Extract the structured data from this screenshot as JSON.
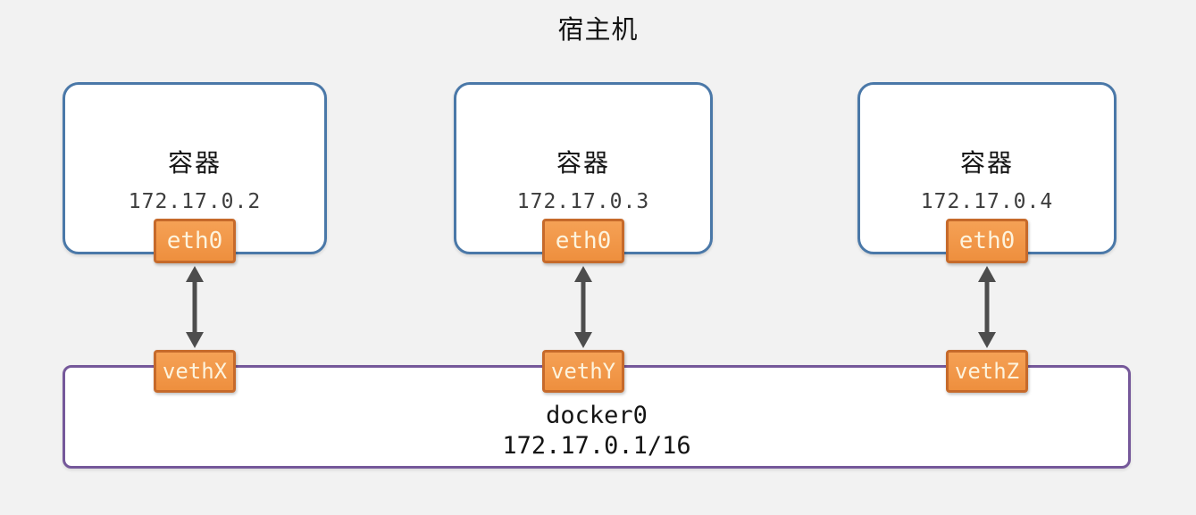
{
  "title": "宿主机",
  "colors": {
    "bg": "#F2F2F2",
    "container-border": "#4A78A8",
    "chip-fill-top": "#F5A155",
    "chip-fill-bottom": "#EE8F3E",
    "chip-border": "#C66A2B",
    "chip-text": "#FDF3DD",
    "bridge-border": "#75589A",
    "arrow": "#4D4D4D",
    "ip-text": "#3D3D3D",
    "text": "#141414"
  },
  "containers": [
    {
      "label": "容器",
      "ip": "172.17.0.2",
      "interface": "eth0",
      "veth": "vethX"
    },
    {
      "label": "容器",
      "ip": "172.17.0.3",
      "interface": "eth0",
      "veth": "vethY"
    },
    {
      "label": "容器",
      "ip": "172.17.0.4",
      "interface": "eth0",
      "veth": "vethZ"
    }
  ],
  "bridge": {
    "name": "docker0",
    "subnet": "172.17.0.1/16"
  }
}
